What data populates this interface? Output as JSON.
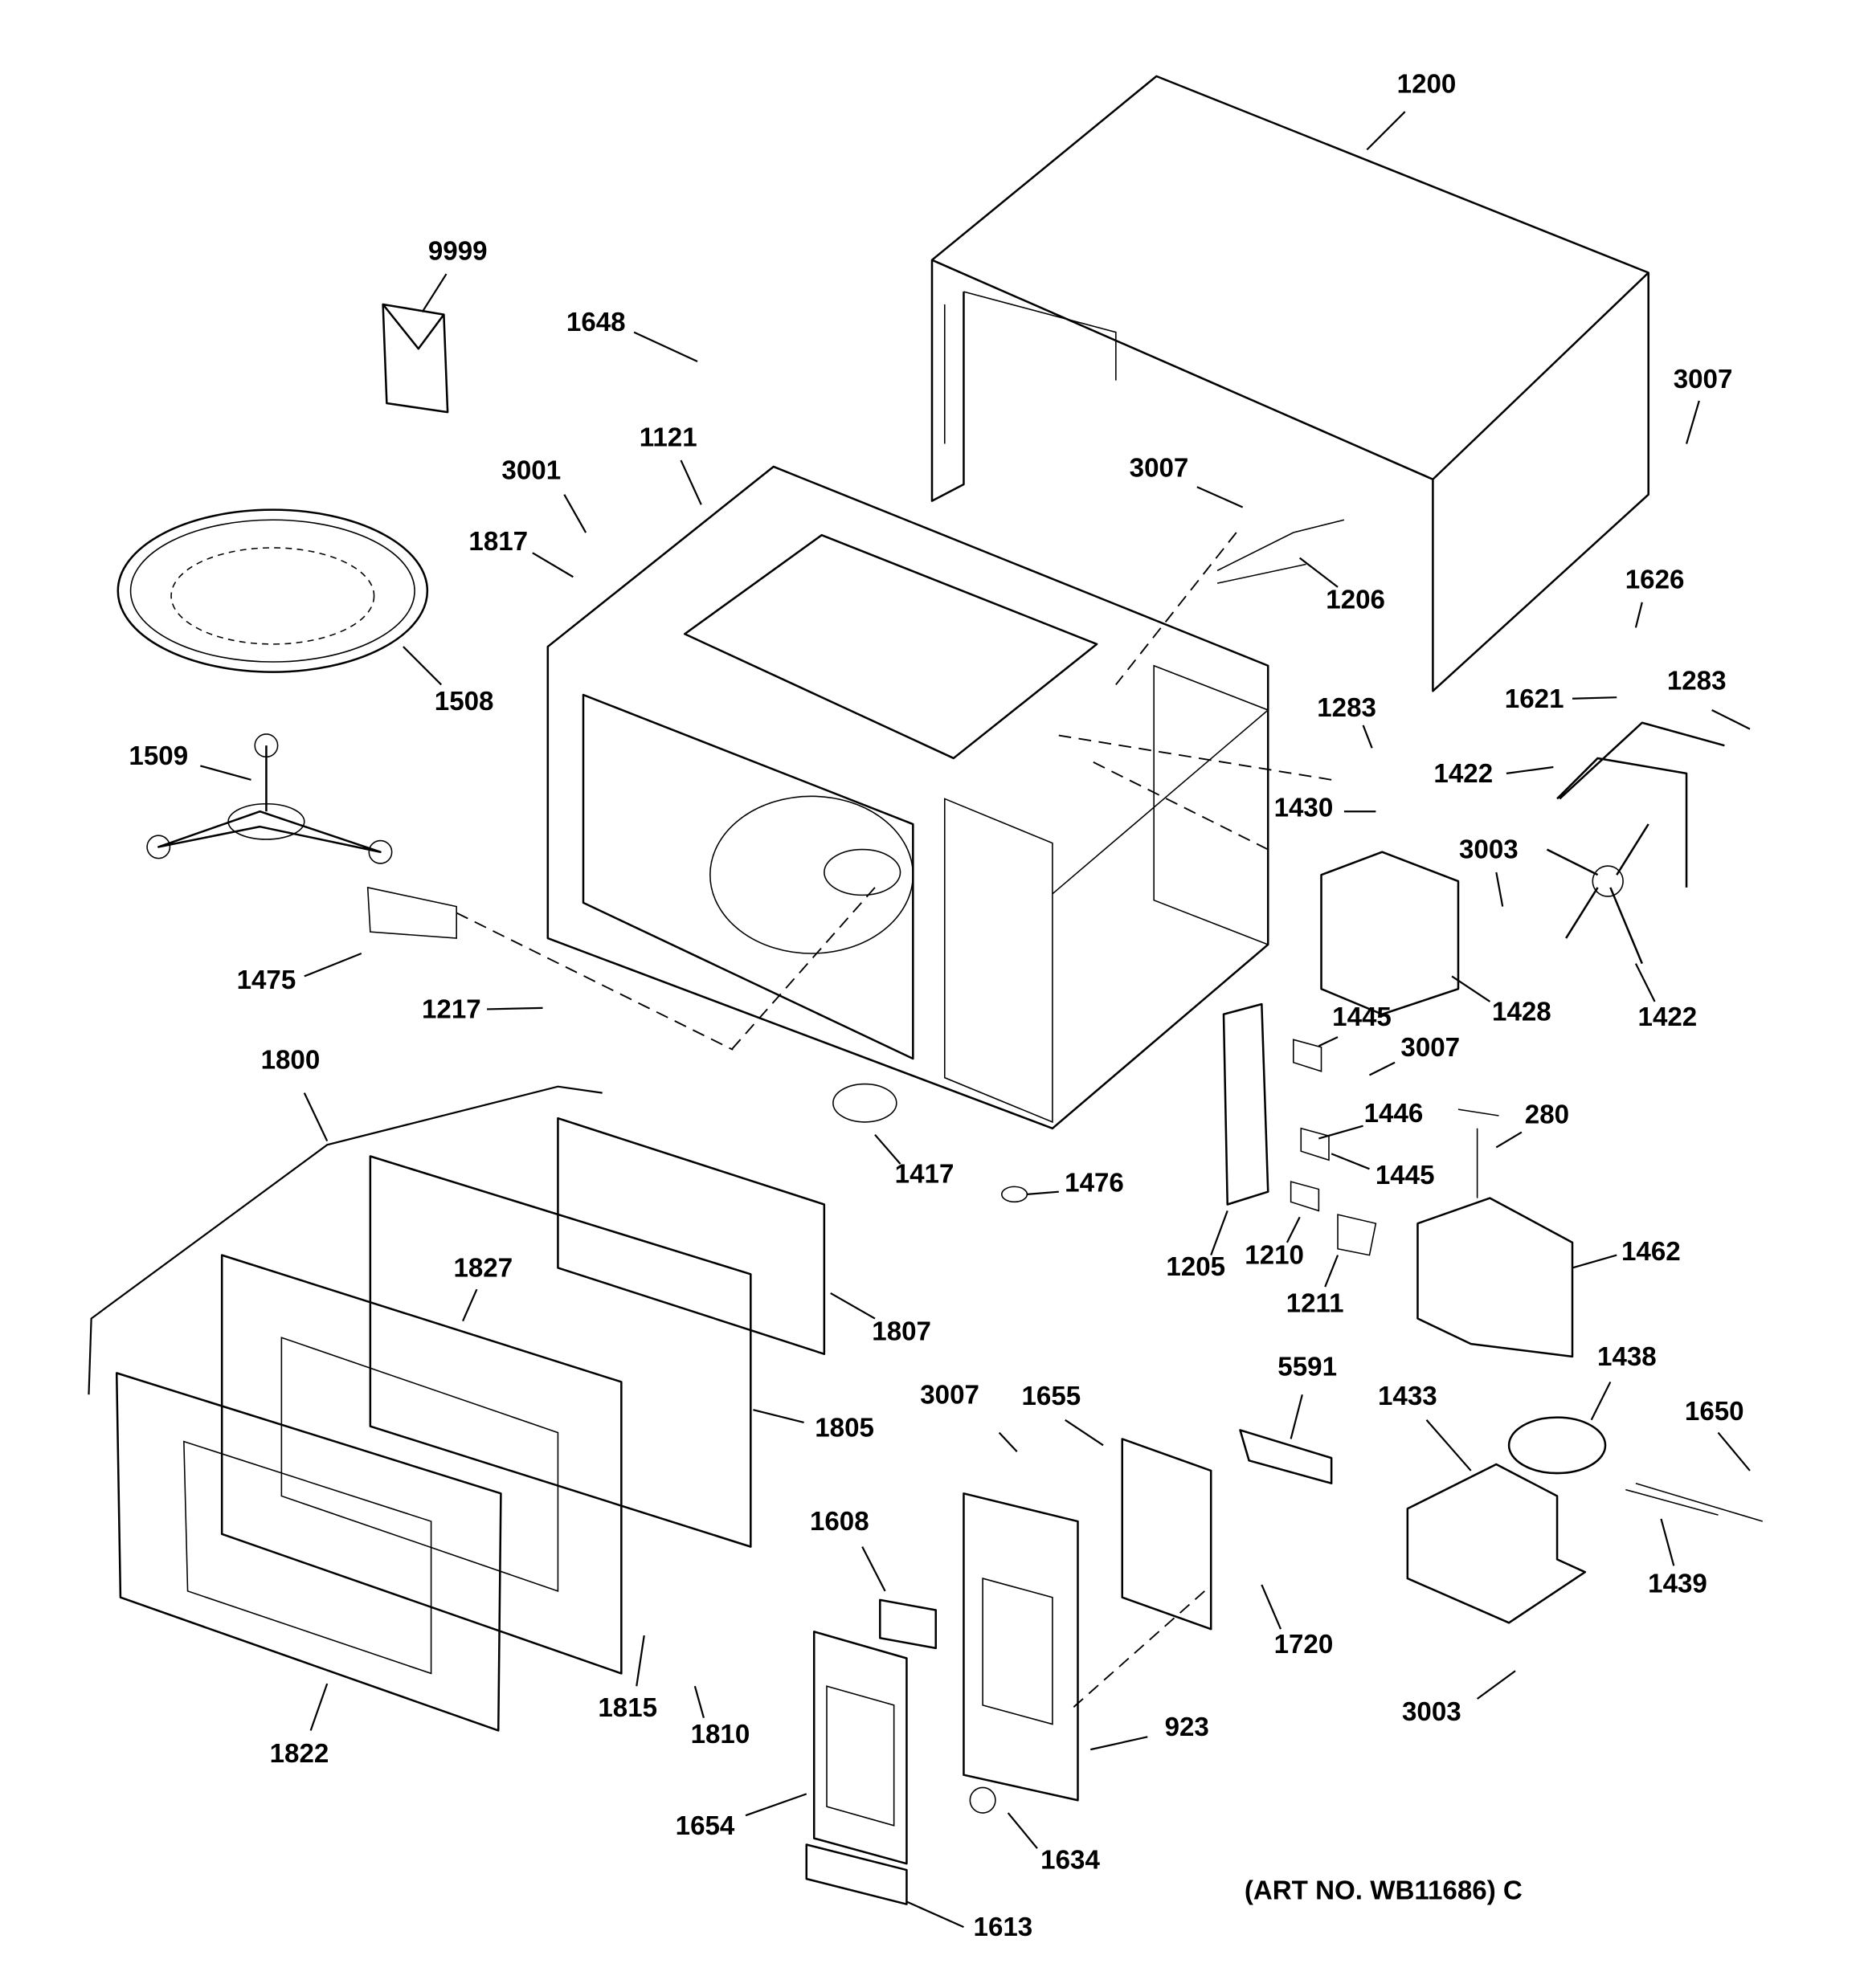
{
  "diagram": {
    "art_number": "(ART NO. WB11686) C",
    "part_labels": [
      "1200",
      "9999",
      "1648",
      "3007",
      "3001",
      "1121",
      "3007",
      "1817",
      "1206",
      "1626",
      "1508",
      "1283",
      "1621",
      "1283",
      "1509",
      "1422",
      "1430",
      "3003",
      "1475",
      "1217",
      "1445",
      "1428",
      "1422",
      "3007",
      "1800",
      "1446",
      "280",
      "1417",
      "1476",
      "1445",
      "1205",
      "1210",
      "1462",
      "1827",
      "1211",
      "1807",
      "5591",
      "1438",
      "3007",
      "1655",
      "1433",
      "1650",
      "1805",
      "1608",
      "1439",
      "1720",
      "1815",
      "1810",
      "923",
      "3003",
      "1822",
      "1654",
      "1634",
      "1613"
    ]
  }
}
